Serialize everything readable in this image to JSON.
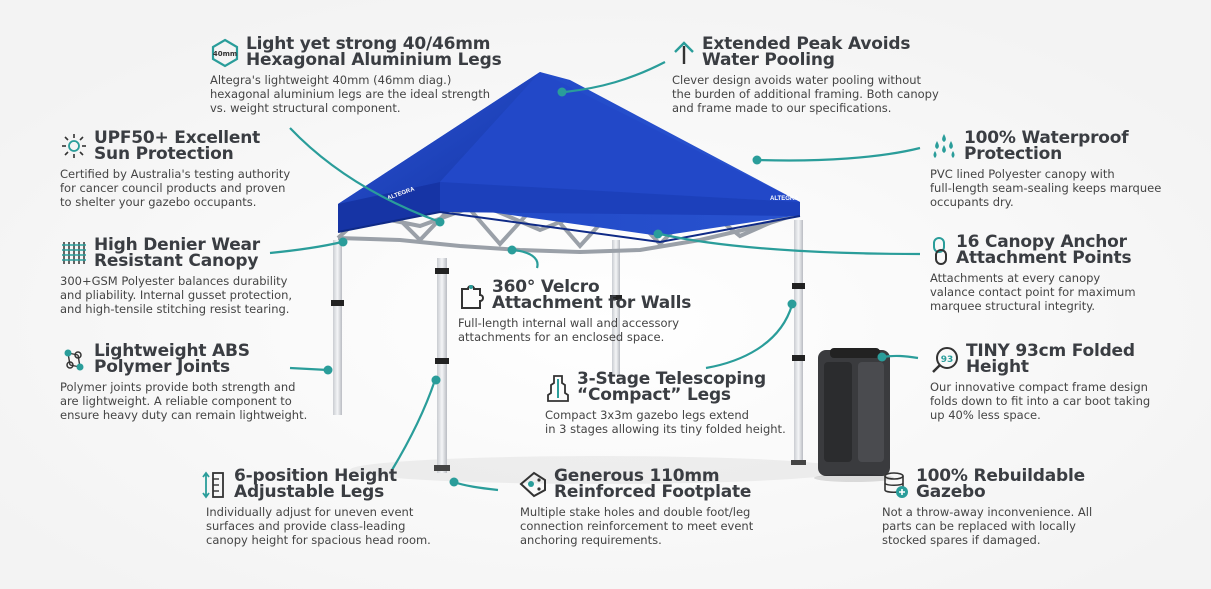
{
  "brand": {
    "canopy_text": "ALTEGRA",
    "accent": "#2a9d9a",
    "canopy_color": "#1a3fb0"
  },
  "features": {
    "legs": {
      "badge": "40mm",
      "icon": "hexagon-badge-icon",
      "title": [
        "Light yet strong 40/46mm",
        "Hexagonal Aluminium Legs"
      ],
      "desc": [
        "Altegra's lightweight 40mm (46mm diag.)",
        "hexagonal aluminium legs are the ideal strength",
        "vs. weight structural component."
      ]
    },
    "peak": {
      "icon": "arrow-up-icon",
      "title": [
        "Extended Peak Avoids",
        "Water Pooling"
      ],
      "desc": [
        "Clever design avoids water pooling without",
        "the burden of additional framing. Both canopy",
        "and frame made to our specifications."
      ]
    },
    "upf": {
      "icon": "sun-icon",
      "title": [
        "UPF50+ Excellent",
        "Sun Protection"
      ],
      "desc": [
        "Certified by Australia's testing authority",
        "for cancer council products and proven",
        "to shelter your gazebo occupants."
      ]
    },
    "waterproof": {
      "icon": "water-drops-icon",
      "title": [
        "100% Waterproof",
        "Protection"
      ],
      "desc": [
        "PVC lined Polyester canopy with",
        "full-length seam-sealing keeps marquee",
        "occupants dry."
      ]
    },
    "denier": {
      "icon": "fabric-mesh-icon",
      "title": [
        "High Denier Wear",
        "Resistant Canopy"
      ],
      "desc": [
        "300+GSM Polyester balances durability",
        "and pliability. Internal gusset protection,",
        "and high-tensile stitching resist tearing."
      ]
    },
    "anchor": {
      "icon": "chain-link-icon",
      "title": [
        "16 Canopy Anchor",
        "Attachment Points"
      ],
      "desc": [
        "Attachments at every canopy",
        "valance contact point for maximum",
        "marquee structural integrity."
      ]
    },
    "velcro": {
      "icon": "puzzle-icon",
      "title": [
        "360° Velcro",
        "Attachment for Walls"
      ],
      "desc": [
        "Full-length internal wall and accessory",
        "attachments for an enclosed space."
      ]
    },
    "abs": {
      "icon": "molecule-icon",
      "title": [
        "Lightweight ABS",
        "Polymer Joints"
      ],
      "desc": [
        "Polymer joints provide both strength and",
        "are lightweight. A reliable component to",
        "ensure heavy duty can remain lightweight."
      ]
    },
    "tiny": {
      "badge": "93",
      "icon": "magnifier-badge-icon",
      "title": [
        "TINY 93cm Folded",
        "Height"
      ],
      "desc": [
        "Our innovative compact frame design",
        "folds down to fit into a car boot taking",
        "up 40% less space."
      ]
    },
    "telescope": {
      "icon": "telescoping-leg-icon",
      "title": [
        "3-Stage Telescoping",
        "“Compact” Legs"
      ],
      "desc": [
        "Compact 3x3m gazebo legs extend",
        "in 3 stages allowing its tiny folded height."
      ]
    },
    "height": {
      "icon": "height-adjust-icon",
      "title": [
        "6-position Height",
        "Adjustable Legs"
      ],
      "desc": [
        "Individually adjust for uneven event",
        "surfaces and provide class-leading",
        "canopy height for spacious head room."
      ]
    },
    "footplate": {
      "icon": "footplate-icon",
      "title": [
        "Generous 110mm",
        "Reinforced Footplate"
      ],
      "desc": [
        "Multiple stake holes and double foot/leg",
        "connection reinforcement to meet event",
        "anchoring requirements."
      ]
    },
    "rebuild": {
      "icon": "parts-icon",
      "title": [
        "100% Rebuildable",
        "Gazebo"
      ],
      "desc": [
        "Not a throw-away inconvenience. All",
        "parts can be replaced with locally",
        "stocked spares if damaged."
      ]
    }
  }
}
